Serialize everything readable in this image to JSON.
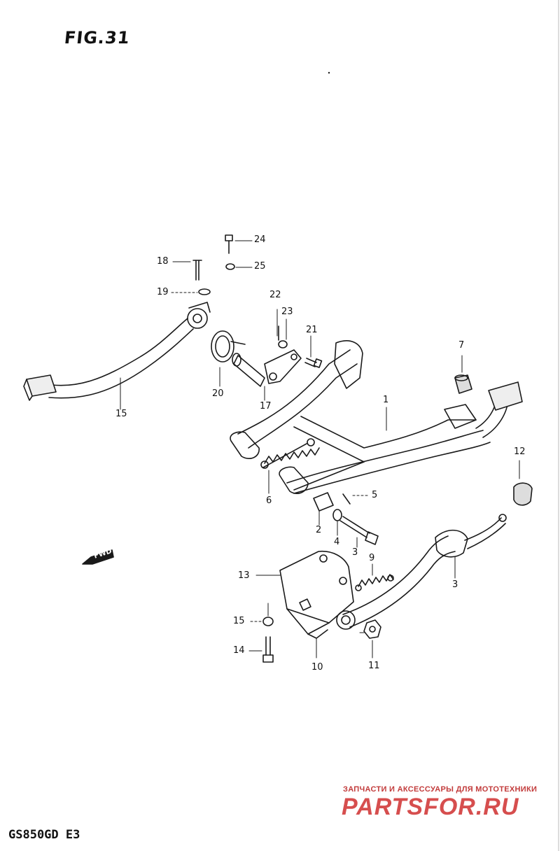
{
  "figure": {
    "title": "FIG.31",
    "model_code": "GS850GD E3"
  },
  "callouts": [
    {
      "id": "c1",
      "label": "1"
    },
    {
      "id": "c2",
      "label": "2"
    },
    {
      "id": "c3a",
      "label": "3"
    },
    {
      "id": "c3b",
      "label": "3"
    },
    {
      "id": "c4",
      "label": "4"
    },
    {
      "id": "c5",
      "label": "5"
    },
    {
      "id": "c6",
      "label": "6"
    },
    {
      "id": "c7",
      "label": "7"
    },
    {
      "id": "c9",
      "label": "9"
    },
    {
      "id": "c10",
      "label": "10"
    },
    {
      "id": "c11",
      "label": "11"
    },
    {
      "id": "c12",
      "label": "12"
    },
    {
      "id": "c13",
      "label": "13"
    },
    {
      "id": "c14",
      "label": "14"
    },
    {
      "id": "c15a",
      "label": "15"
    },
    {
      "id": "c15b",
      "label": "15"
    },
    {
      "id": "c17",
      "label": "17"
    },
    {
      "id": "c18",
      "label": "18"
    },
    {
      "id": "c19",
      "label": "19"
    },
    {
      "id": "c20",
      "label": "20"
    },
    {
      "id": "c21",
      "label": "21"
    },
    {
      "id": "c22",
      "label": "22"
    },
    {
      "id": "c23",
      "label": "23"
    },
    {
      "id": "c24",
      "label": "24"
    },
    {
      "id": "c25",
      "label": "25"
    }
  ],
  "direction_marker": {
    "label": "FWD"
  },
  "watermark": {
    "caption": "ЗАПЧАСТИ И АКСЕССУАРЫ ДЛЯ МОТОТЕХНИКИ",
    "logo": "PARTSFOR.RU"
  },
  "colors": {
    "line": "#1a1a1a",
    "watermark": "#d03030"
  }
}
